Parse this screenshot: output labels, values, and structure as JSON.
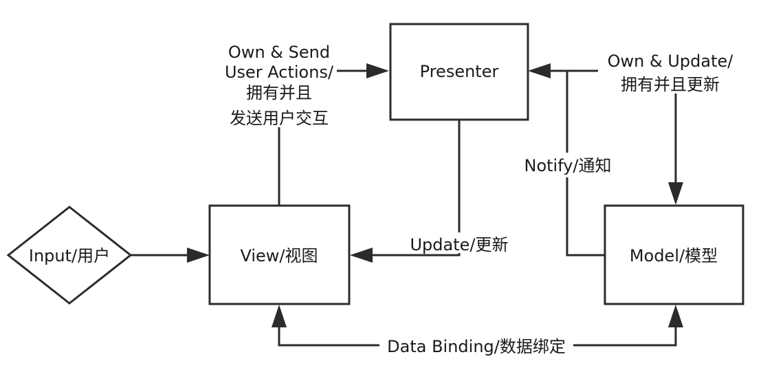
{
  "nodes": {
    "input": {
      "label": "Input/用户"
    },
    "view": {
      "label": "View/视图"
    },
    "presenter": {
      "label": "Presenter"
    },
    "model": {
      "label": "Model/模型"
    }
  },
  "edges": {
    "view_to_presenter": {
      "lines": [
        "Own & Send",
        "User Actions/",
        "拥有并且",
        "发送用户交互"
      ]
    },
    "model_presenter_own": {
      "lines": [
        "Own & Update/",
        "拥有并且更新"
      ]
    },
    "model_notify": {
      "label": "Notify/通知"
    },
    "presenter_update_view": {
      "label": "Update/更新"
    },
    "data_binding": {
      "label": "Data Binding/数据绑定"
    }
  },
  "colors": {
    "stroke": "#2b2b2b",
    "text": "#1a1a1a",
    "background": "#ffffff"
  }
}
